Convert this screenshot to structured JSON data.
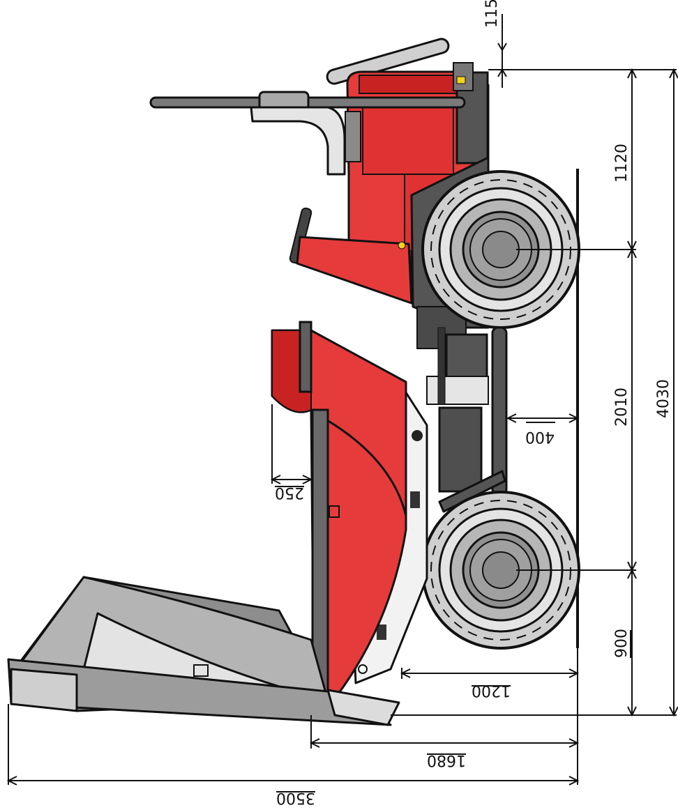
{
  "colors": {
    "body_red": "#e63b3b",
    "dark_red": "#c82222",
    "frame_gray": "#5f5f5f",
    "dark_gray": "#3f3f3f",
    "light_gray": "#d8d8d8",
    "tire_gray": "#cfcfcf",
    "line": "#111111"
  },
  "dimensions": {
    "top_clearance": "115",
    "front_axle_to_top": "1120",
    "wheelbase": "2010",
    "overall_length": "4030",
    "rear_overhang": "900",
    "ground_clearance": "400",
    "chute_offset": "250",
    "wheel_to_hopper": "1200",
    "track_width": "1680",
    "overall_width": "3500"
  }
}
